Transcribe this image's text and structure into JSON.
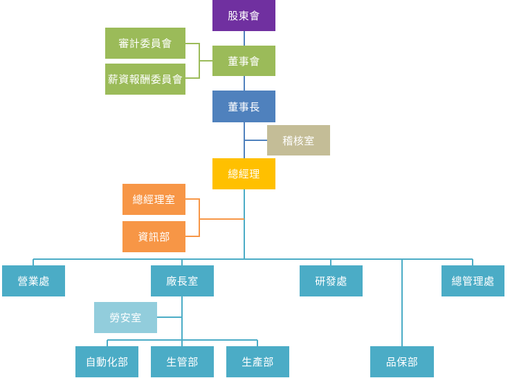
{
  "org_chart": {
    "shareholders": {
      "label": "股東會",
      "color": "#7030a0"
    },
    "audit_committee": {
      "label": "審計委員會",
      "color": "#9bbb59"
    },
    "compensation_committee": {
      "label": "薪資報酬委員會",
      "color": "#9bbb59"
    },
    "board": {
      "label": "董事會",
      "color": "#9bbb59"
    },
    "chairman": {
      "label": "董事長",
      "color": "#4f81bd"
    },
    "audit_office": {
      "label": "稽核室",
      "color": "#c4bd97"
    },
    "general_manager": {
      "label": "總經理",
      "color": "#ffc000"
    },
    "gm_office": {
      "label": "總經理室",
      "color": "#f79646"
    },
    "it_department": {
      "label": "資訊部",
      "color": "#f79646"
    },
    "sales_division": {
      "label": "營業處",
      "color": "#4bacc6"
    },
    "plant_manager_office": {
      "label": "廠長室",
      "color": "#4bacc6"
    },
    "rd_division": {
      "label": "研發處",
      "color": "#4bacc6"
    },
    "general_admin_division": {
      "label": "總管理處",
      "color": "#4bacc6"
    },
    "labor_safety_office": {
      "label": "勞安室",
      "color": "#92cddc"
    },
    "automation_department": {
      "label": "自動化部",
      "color": "#4bacc6"
    },
    "production_control_department": {
      "label": "生管部",
      "color": "#4bacc6"
    },
    "production_department": {
      "label": "生產部",
      "color": "#4bacc6"
    },
    "quality_assurance_department": {
      "label": "品保部",
      "color": "#4bacc6"
    }
  }
}
